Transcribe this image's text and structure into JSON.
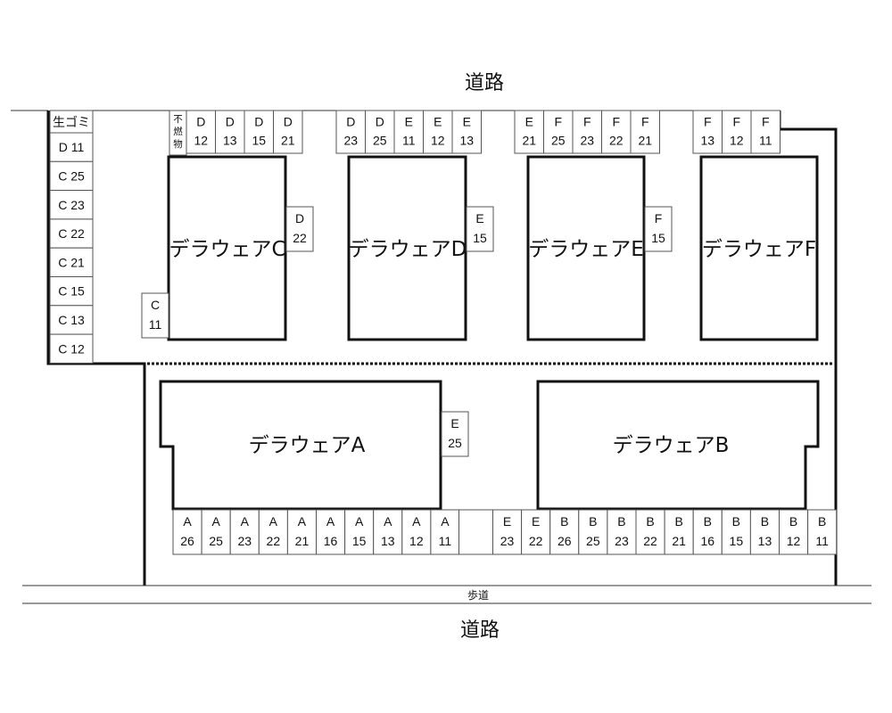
{
  "roads": {
    "top": "道路",
    "bottom": "道路",
    "sidewalk": "歩道"
  },
  "buildings": {
    "A": "デラウェアA",
    "B": "デラウェアB",
    "C": "デラウェアC",
    "D": "デラウェアD",
    "E": "デラウェアE",
    "F": "デラウェアF"
  },
  "left_column": {
    "header": "生ゴミ",
    "spots": [
      "D 11",
      "C 25",
      "C 23",
      "C 22",
      "C 21",
      "C 15",
      "C 13",
      "C 12"
    ]
  },
  "top_row": {
    "waste": "不燃物",
    "group1": [
      [
        "D",
        "12"
      ],
      [
        "D",
        "13"
      ],
      [
        "D",
        "15"
      ],
      [
        "D",
        "21"
      ]
    ],
    "group2": [
      [
        "D",
        "23"
      ],
      [
        "D",
        "25"
      ],
      [
        "E",
        "11"
      ],
      [
        "E",
        "12"
      ],
      [
        "E",
        "13"
      ]
    ],
    "group3": [
      [
        "E",
        "21"
      ],
      [
        "F",
        "25"
      ],
      [
        "F",
        "23"
      ],
      [
        "F",
        "22"
      ],
      [
        "F",
        "21"
      ]
    ],
    "group4": [
      [
        "F",
        "13"
      ],
      [
        "F",
        "12"
      ],
      [
        "F",
        "11"
      ]
    ]
  },
  "side_spots": {
    "C11": [
      "C",
      "11"
    ],
    "D22": [
      "D",
      "22"
    ],
    "E15": [
      "E",
      "15"
    ],
    "F15": [
      "F",
      "15"
    ],
    "E25": [
      "E",
      "25"
    ]
  },
  "bottom_row": {
    "groupA": [
      [
        "A",
        "26"
      ],
      [
        "A",
        "25"
      ],
      [
        "A",
        "23"
      ],
      [
        "A",
        "22"
      ],
      [
        "A",
        "21"
      ],
      [
        "A",
        "16"
      ],
      [
        "A",
        "15"
      ],
      [
        "A",
        "13"
      ],
      [
        "A",
        "12"
      ],
      [
        "A",
        "11"
      ]
    ],
    "groupB": [
      [
        "E",
        "23"
      ],
      [
        "E",
        "22"
      ],
      [
        "B",
        "26"
      ],
      [
        "B",
        "25"
      ],
      [
        "B",
        "23"
      ],
      [
        "B",
        "22"
      ],
      [
        "B",
        "21"
      ],
      [
        "B",
        "16"
      ],
      [
        "B",
        "15"
      ],
      [
        "B",
        "13"
      ],
      [
        "B",
        "12"
      ],
      [
        "B",
        "11"
      ]
    ]
  }
}
